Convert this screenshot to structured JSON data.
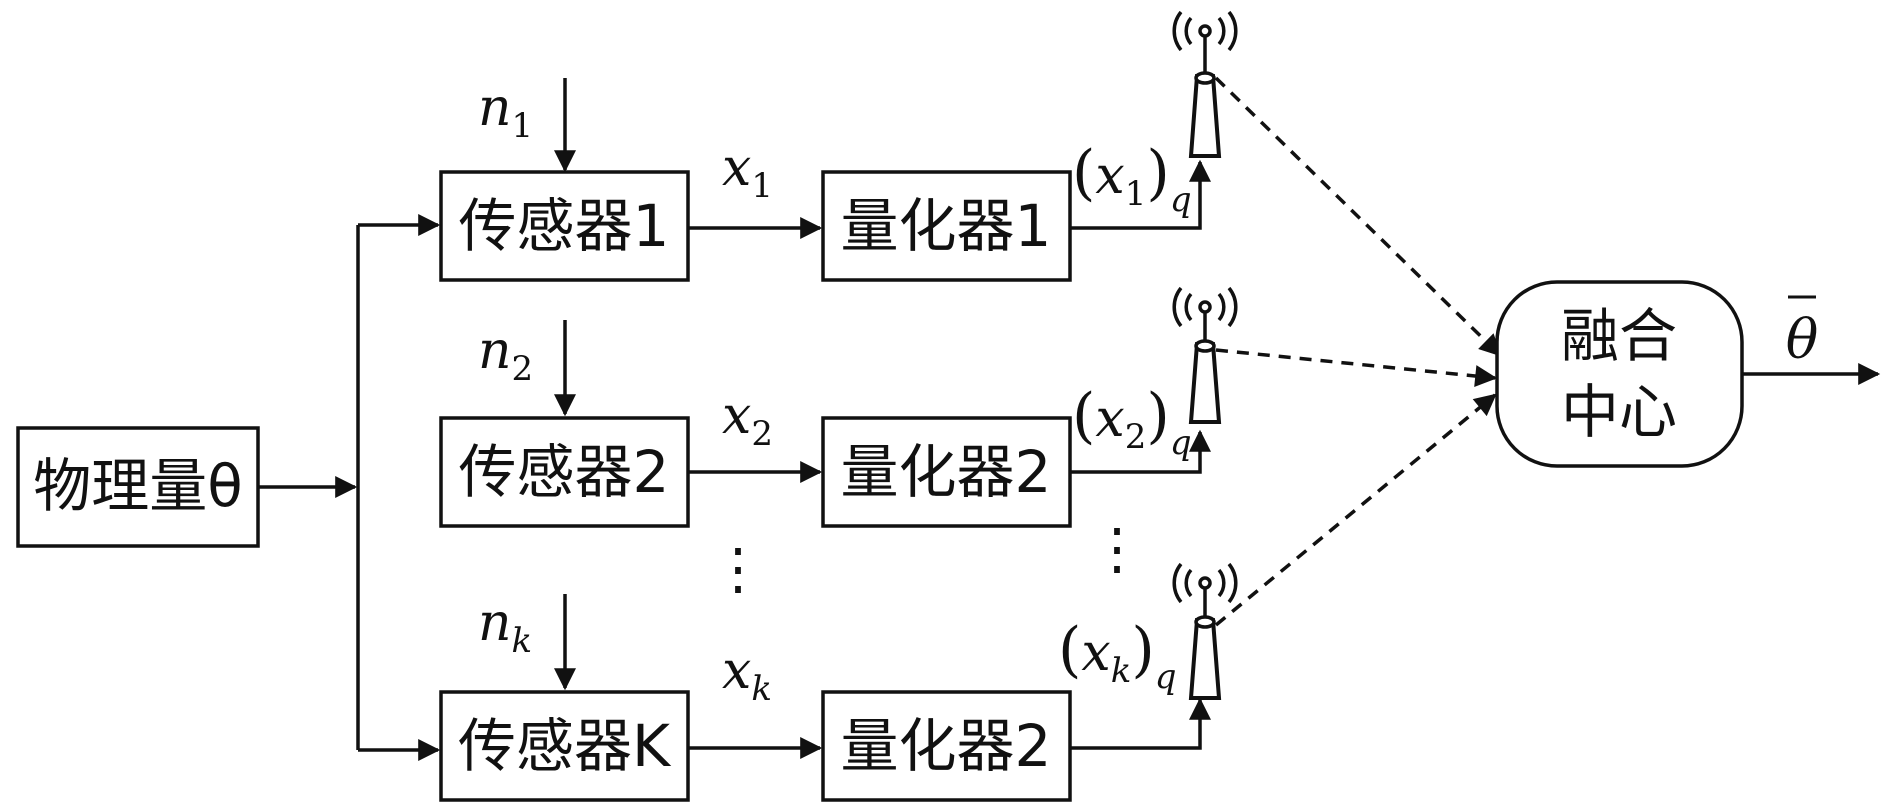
{
  "source": {
    "label": "物理量θ"
  },
  "sensors": [
    {
      "label": "传感器1",
      "noise": "n",
      "noise_sub": "1",
      "out": "x",
      "out_sub": "1"
    },
    {
      "label": "传感器2",
      "noise": "n",
      "noise_sub": "2",
      "out": "x",
      "out_sub": "2"
    },
    {
      "label": "传感器K",
      "noise": "n",
      "noise_sub": "k",
      "out": "x",
      "out_sub": "k"
    }
  ],
  "quantizers": [
    {
      "label": "量化器1",
      "out_open": "(",
      "out": "x",
      "out_sub": "1",
      "out_close": ")",
      "q": "q"
    },
    {
      "label": "量化器2",
      "out_open": "(",
      "out": "x",
      "out_sub": "2",
      "out_close": ")",
      "q": "q"
    },
    {
      "label": "量化器2",
      "out_open": "(",
      "out": "x",
      "out_sub": "k",
      "out_close": ")",
      "q": "q"
    }
  ],
  "fusion": {
    "line1": "融合",
    "line2": "中心"
  },
  "output": {
    "label": "θ"
  },
  "ellipsis": "⋮"
}
